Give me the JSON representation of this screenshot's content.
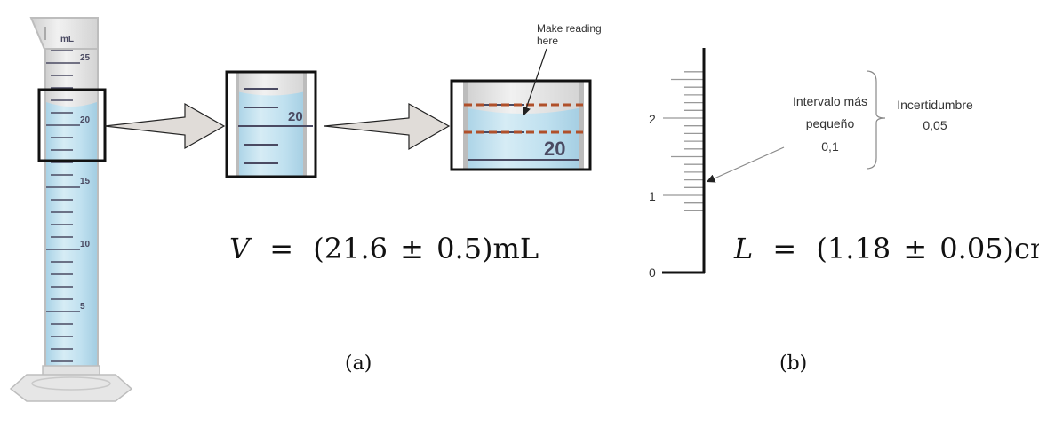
{
  "panel_a": {
    "caption": "(a)",
    "cylinder": {
      "unit_label": "mL",
      "major_labels": [
        "25",
        "20",
        "15",
        "10",
        "5"
      ],
      "liquid_level_ml": 21.6
    },
    "zoom1": {
      "label": "20"
    },
    "zoom2": {
      "label": "20",
      "annotation": [
        "Make reading",
        "here"
      ]
    },
    "equation": {
      "variable": "V",
      "equals": "=",
      "open": "(",
      "value": "21.6",
      "pm": "±",
      "uncertainty": "0.5",
      "close": ")",
      "unit": "mL"
    }
  },
  "panel_b": {
    "caption": "(b)",
    "ruler": {
      "labels": [
        "0",
        "1",
        "2"
      ],
      "max_value": 2.6,
      "minor_step": 0.1,
      "pointer_value": 1.18
    },
    "annotation_interval": [
      "Intervalo más",
      "pequeño",
      "0,1"
    ],
    "annotation_uncertainty": [
      "Incertidumbre",
      "0,05"
    ],
    "equation": {
      "variable": "L",
      "equals": "=",
      "open": "(",
      "value": "1.18",
      "pm": "±",
      "uncertainty": "0.05",
      "close": ")",
      "unit": "cm"
    }
  },
  "colors": {
    "liquid": "#bfe0ef",
    "glass": "#dcdcdc",
    "tick": "#4a4a62",
    "dashed": "#b0502a",
    "arrow_fill": "#e0dcd8"
  }
}
